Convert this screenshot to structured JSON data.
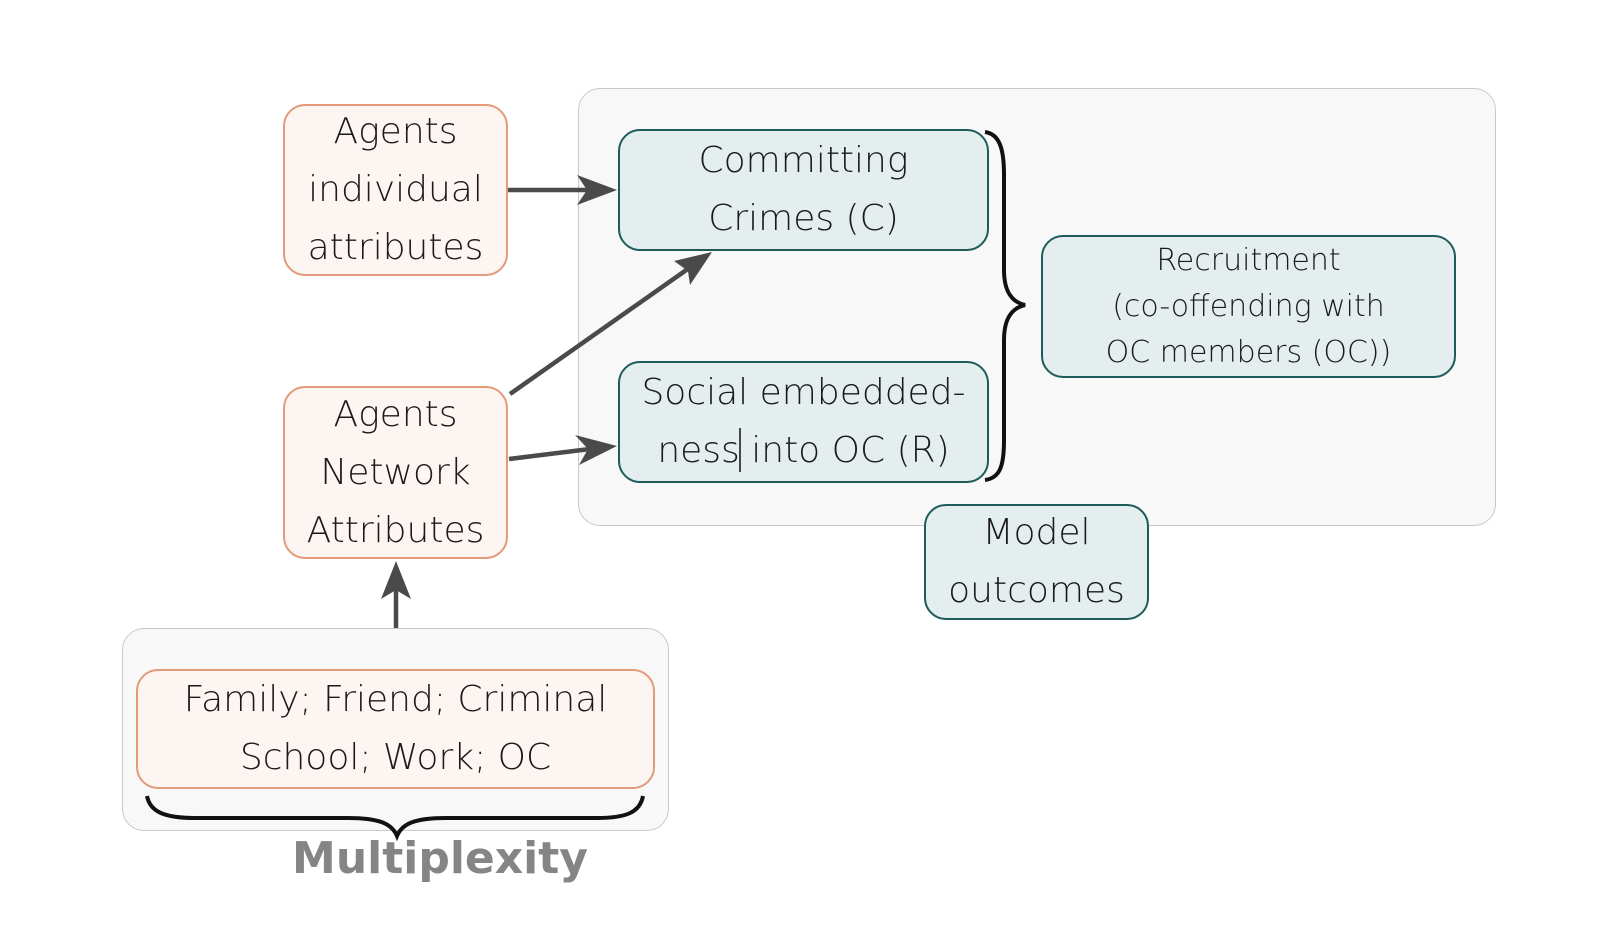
{
  "nodes": {
    "individual": "Agents\nindividual\nattributes",
    "network": "Agents\nNetwork\nAttributes",
    "layers": "Family; Friend; Criminal\nSchool; Work; OC",
    "crimes": "Committing\nCrimes (C)",
    "embedded": "Social embedded-\nness into OC (R)",
    "recruitment": "Recruitment\n(co-offending with\nOC members (OC))",
    "outcomes": "Model\noutcomes"
  },
  "labels": {
    "multiplexity": "Multiplexity"
  },
  "colors": {
    "input_border": "#e39a78",
    "input_fill": "#fdf5f2",
    "outcome_border": "#1d5c5a",
    "outcome_fill": "#e5eeee",
    "arrow": "#4a4a4a",
    "container_fill": "#f8f8f8",
    "label_gray": "#858585"
  }
}
